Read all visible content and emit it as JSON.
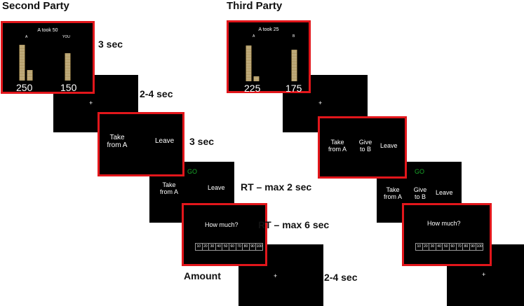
{
  "colors": {
    "highlight": "#e2161b",
    "go": "#18a629",
    "screen_bg": "#000000"
  },
  "left": {
    "title": "Second Party",
    "outcome": {
      "caption": "A took 50",
      "label_a": "A",
      "label_b": "YOU",
      "value_a": "250",
      "value_b": "150"
    },
    "fixation": "+",
    "choice": {
      "option_1": "Take\nfrom A",
      "option_2": "Leave"
    },
    "response": {
      "go": "GO",
      "option_1": "Take\nfrom A",
      "option_2": "Leave"
    },
    "amount": {
      "question": "How much?",
      "scale": [
        "10",
        "20",
        "30",
        "40",
        "50",
        "60",
        "70",
        "80",
        "90",
        "100"
      ]
    },
    "fixation_2": "+",
    "timings": {
      "t1": "3 sec",
      "t2": "2-4 sec",
      "t3": "3 sec",
      "t4": "RT – max 2 sec",
      "t5": "RT – max 6 sec",
      "t6": "2-4 sec"
    },
    "amount_label": "Amount"
  },
  "right": {
    "title": "Third Party",
    "outcome": {
      "caption": "A took 25",
      "label_a": "A",
      "label_b": "B",
      "value_a": "225",
      "value_b": "175"
    },
    "fixation": "+",
    "choice": {
      "option_1": "Take\nfrom A",
      "option_2": "Give\nto B",
      "option_3": "Leave"
    },
    "response": {
      "go": "GO",
      "option_1": "Take\nfrom A",
      "option_2": "Give\nto B",
      "option_3": "Leave"
    },
    "amount": {
      "question": "How much?",
      "scale": [
        "10",
        "20",
        "30",
        "40",
        "50",
        "60",
        "70",
        "80",
        "90",
        "100"
      ]
    },
    "fixation_2": "+"
  }
}
